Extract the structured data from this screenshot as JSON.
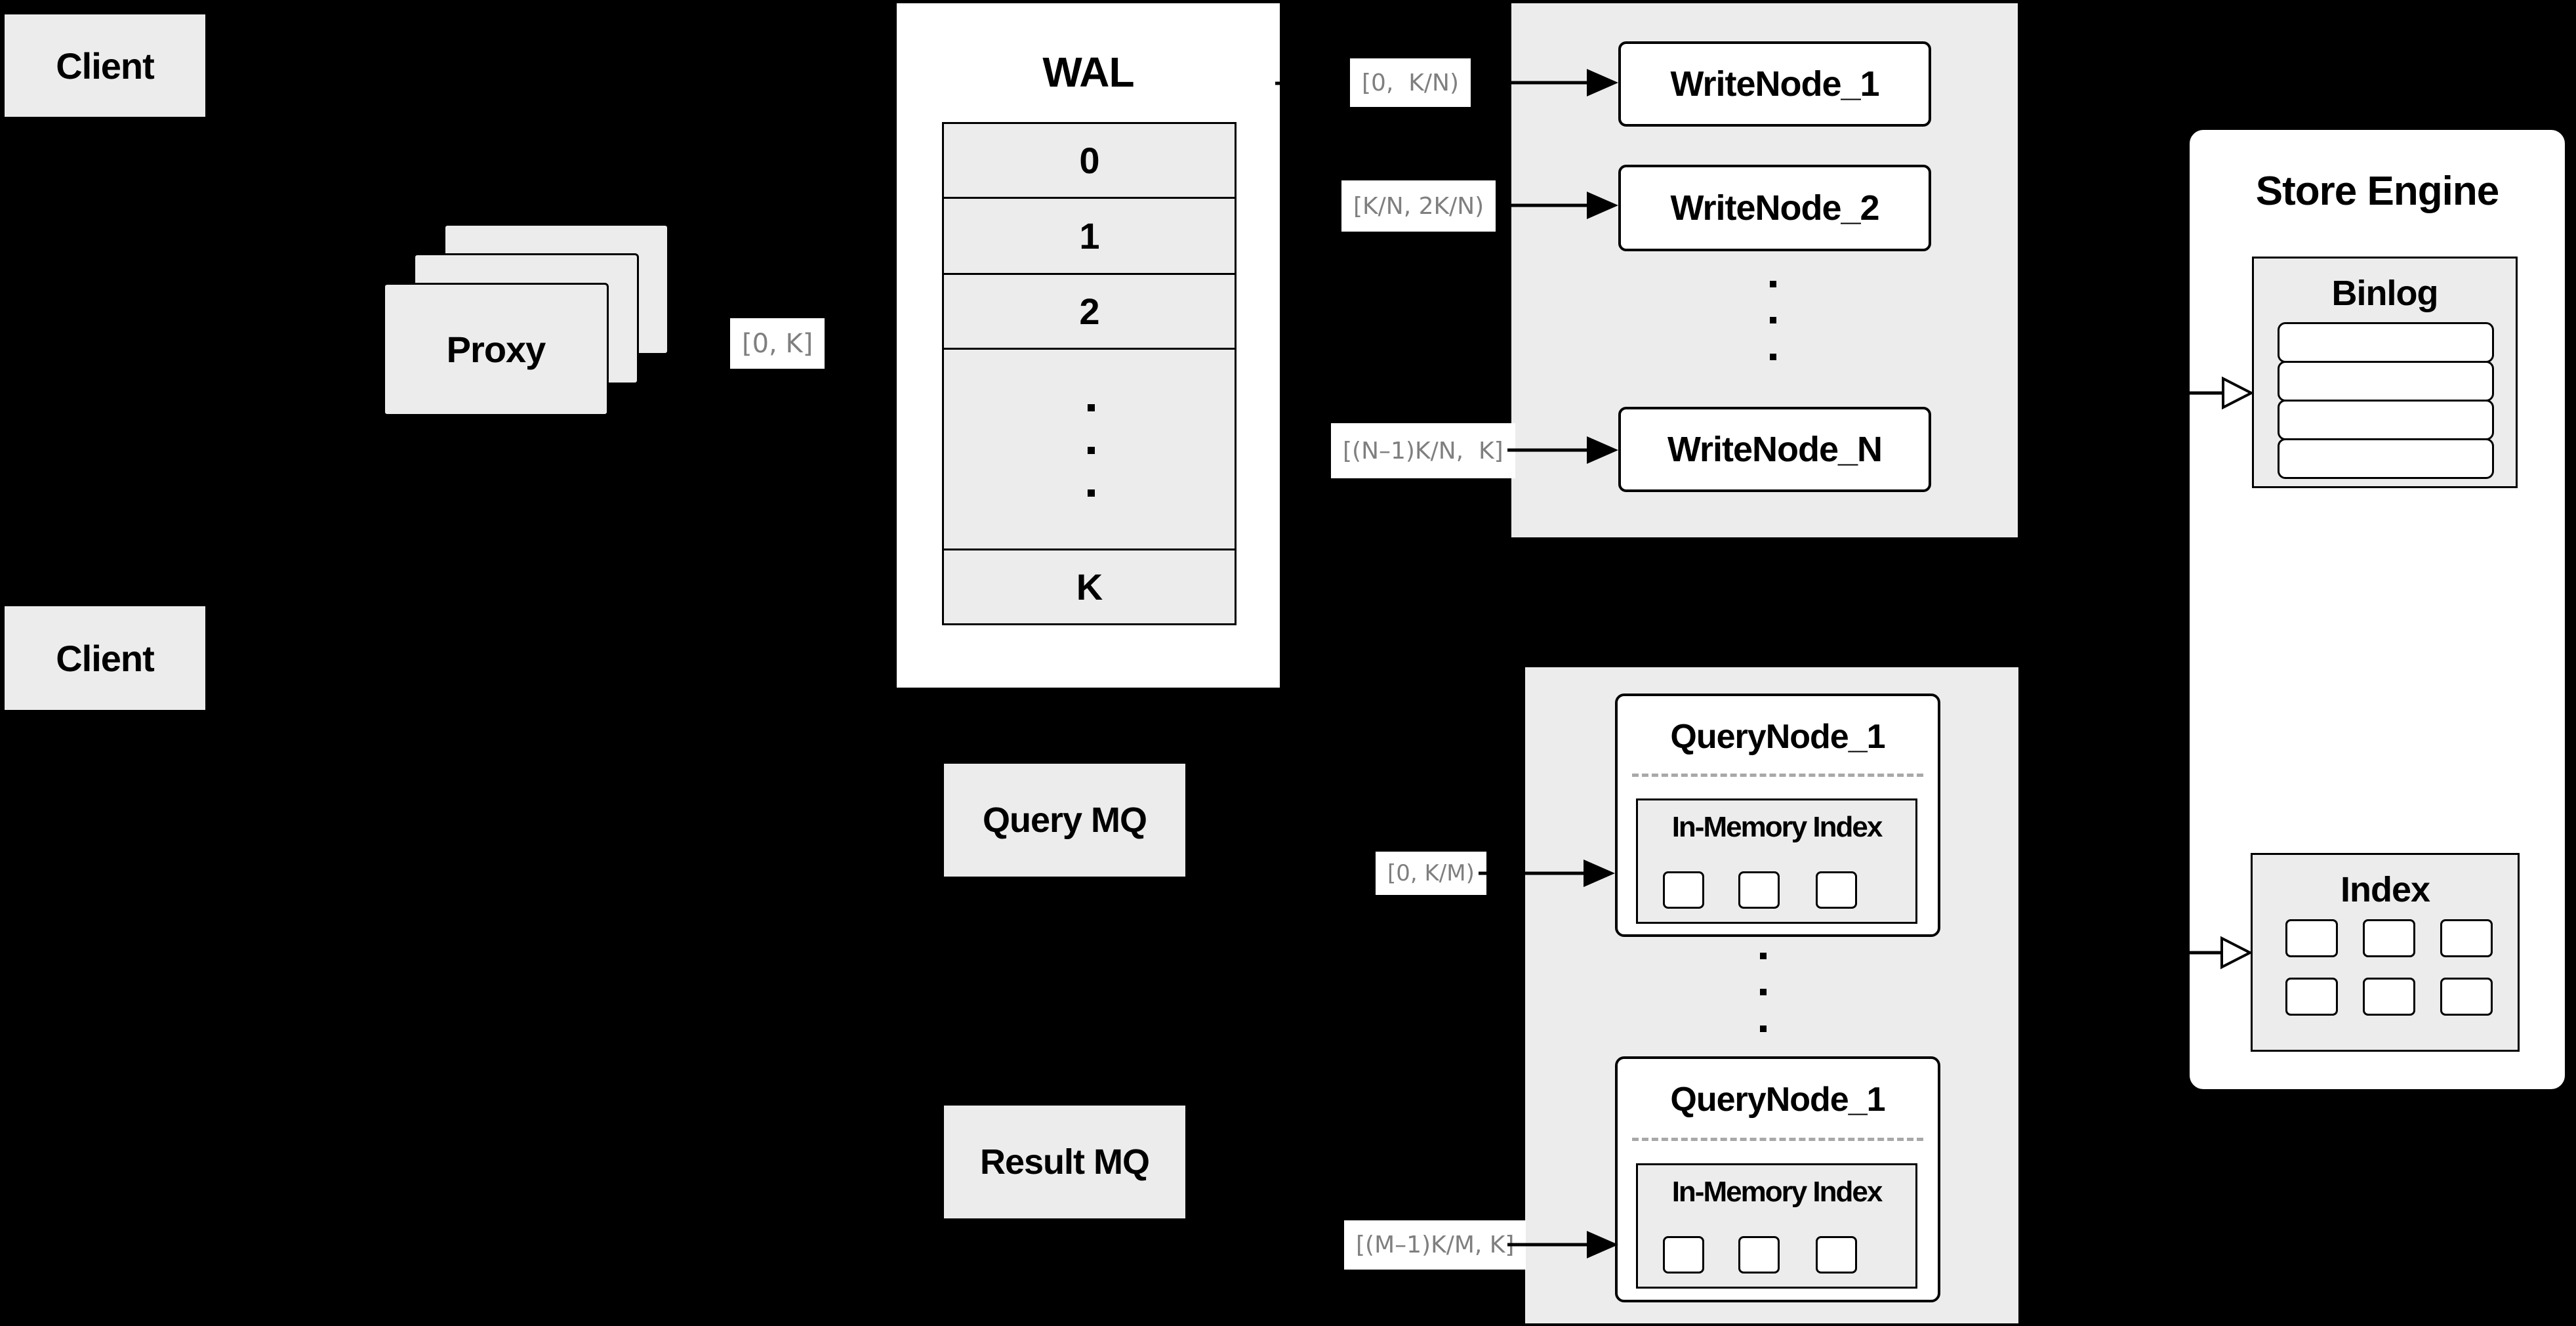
{
  "colors": {
    "background": "#000000",
    "panel_gray": "#ececec",
    "box_white": "#ffffff",
    "line_black": "#000000",
    "label_gray": "#7f7f7f",
    "divider_gray": "#a8a8a8"
  },
  "clients": {
    "top_label": "Client",
    "bottom_label": "Client"
  },
  "proxy": {
    "label": "Proxy"
  },
  "range_labels": {
    "proxy_out": "[0, K]",
    "write_node_1": "[0,  K/N)",
    "write_node_2": "[K/N, 2K/N)",
    "write_node_n": "[(N–1)K/N,  K]",
    "query_node_1": "[0, K/M)",
    "query_node_2": "[(M–1)K/M, K]"
  },
  "wal": {
    "title": "WAL",
    "rows": [
      "0",
      "1",
      "2",
      "K"
    ]
  },
  "write_nodes": {
    "node_1": "WriteNode_1",
    "node_2": "WriteNode_2",
    "node_n": "WriteNode_N"
  },
  "store_engine": {
    "title": "Store Engine",
    "binlog": {
      "title": "Binlog"
    },
    "index": {
      "title": "Index"
    }
  },
  "message_queues": {
    "query": "Query MQ",
    "result": "Result MQ"
  },
  "query_nodes": {
    "node_1": {
      "title": "QueryNode_1",
      "inner_title": "In-Memory Index"
    },
    "node_2": {
      "title": "QueryNode_1",
      "inner_title": "In-Memory Index"
    }
  }
}
